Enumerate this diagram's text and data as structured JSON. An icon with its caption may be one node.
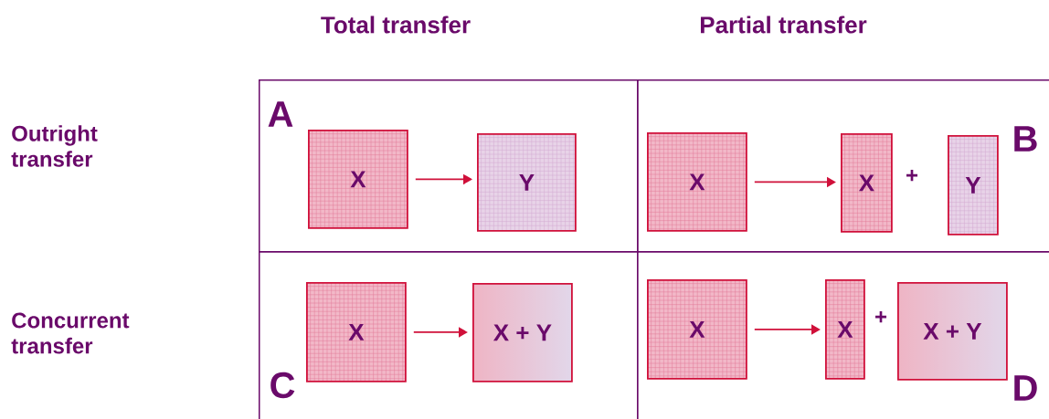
{
  "diagram": {
    "nodes": [
      {
        "text": [
          "A"
        ]
      },
      {
        "text": [
          "X"
        ],
        "in": 0
      },
      {
        "text": [
          "Y"
        ],
        "in": 0
      },
      {
        "text": [
          "B"
        ]
      },
      {
        "text": [
          "X"
        ],
        "in": 3
      },
      {
        "text": [
          "X"
        ],
        "in": 3
      },
      {
        "text": [
          "Y"
        ],
        "in": 3
      },
      {
        "text": [
          "C"
        ]
      },
      {
        "text": [
          "X"
        ],
        "in": 7
      },
      {
        "text": [
          "X + Y"
        ],
        "in": 7
      },
      {
        "text": [
          "D"
        ]
      },
      {
        "text": [
          "X"
        ],
        "in": 10
      },
      {
        "text": [
          "X"
        ],
        "in": 10
      },
      {
        "text": [
          "X + Y"
        ],
        "in": 10
      }
    ],
    "edges": [
      {
        "from": 1,
        "to": 2,
        "arrow": "to"
      },
      {
        "from": 4,
        "to": 5,
        "arrow": "to"
      },
      {
        "from": 8,
        "to": 9,
        "arrow": "to"
      },
      {
        "from": 11,
        "to": 12,
        "arrow": "to"
      }
    ],
    "labels": [
      "Total transfer",
      "Partial transfer",
      "Outright transfer",
      "+",
      "Concurrent transfer",
      "+"
    ]
  }
}
